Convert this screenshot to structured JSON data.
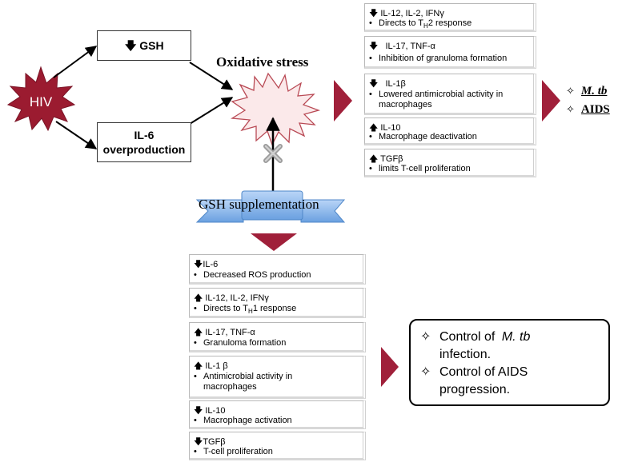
{
  "hiv": "HIV",
  "gsh_down": "GSH",
  "il6_over": "IL-6 overproduction",
  "oxidative_stress": "Oxidative stress",
  "gsh_supplementation": "GSH supplementation",
  "upper_list": [
    {
      "head": "IL-12, IL-2, IFNγ",
      "dir": "down",
      "body_pre": "Directs to T",
      "body_sub": "H",
      "body_post": "2 response"
    },
    {
      "head": "IL-17, TNF-α",
      "dir": "down",
      "body_pre": "Inhibition of granuloma formation",
      "body_sub": "",
      "body_post": ""
    },
    {
      "head": "IL-1β",
      "dir": "down",
      "body_pre": "Lowered antimicrobial activity in macrophages",
      "body_sub": "",
      "body_post": ""
    },
    {
      "head": "IL-10",
      "dir": "up",
      "body_pre": "Macrophage deactivation",
      "body_sub": "",
      "body_post": ""
    },
    {
      "head": "TGFβ",
      "dir": "up",
      "body_pre": "limits T-cell proliferation",
      "body_sub": "",
      "body_post": ""
    }
  ],
  "lower_list": [
    {
      "head": "IL-6",
      "dir": "down",
      "body_pre": "Decreased ROS production",
      "body_sub": "",
      "body_post": ""
    },
    {
      "head": "IL-12, IL-2, IFNγ",
      "dir": "up",
      "body_pre": "Directs to T",
      "body_sub": "H",
      "body_post": "1 response"
    },
    {
      "head": "IL-17, TNF-α",
      "dir": "up",
      "body_pre": "Granuloma formation",
      "body_sub": "",
      "body_post": ""
    },
    {
      "head": "IL-1 β",
      "dir": "up",
      "body_pre": "Antimicrobial activity in macrophages",
      "body_sub": "",
      "body_post": ""
    },
    {
      "head": "IL-10",
      "dir": "down",
      "body_pre": "Macrophage activation",
      "body_sub": "",
      "body_post": ""
    },
    {
      "head": "TGFβ",
      "dir": "down",
      "body_pre": "T-cell proliferation",
      "body_sub": "",
      "body_post": ""
    }
  ],
  "outcome_mtb": "M. tb",
  "outcome_aids": "AIDS",
  "control_line1_pre": "Control of ",
  "control_line1_em": "M. tb",
  "control_line1_post": "infection.",
  "control_line2": "Control of AIDS progression.",
  "colors": {
    "hiv": "#9b1b30",
    "triangle": "#a0203a",
    "ribbon": "#8db8ec"
  }
}
